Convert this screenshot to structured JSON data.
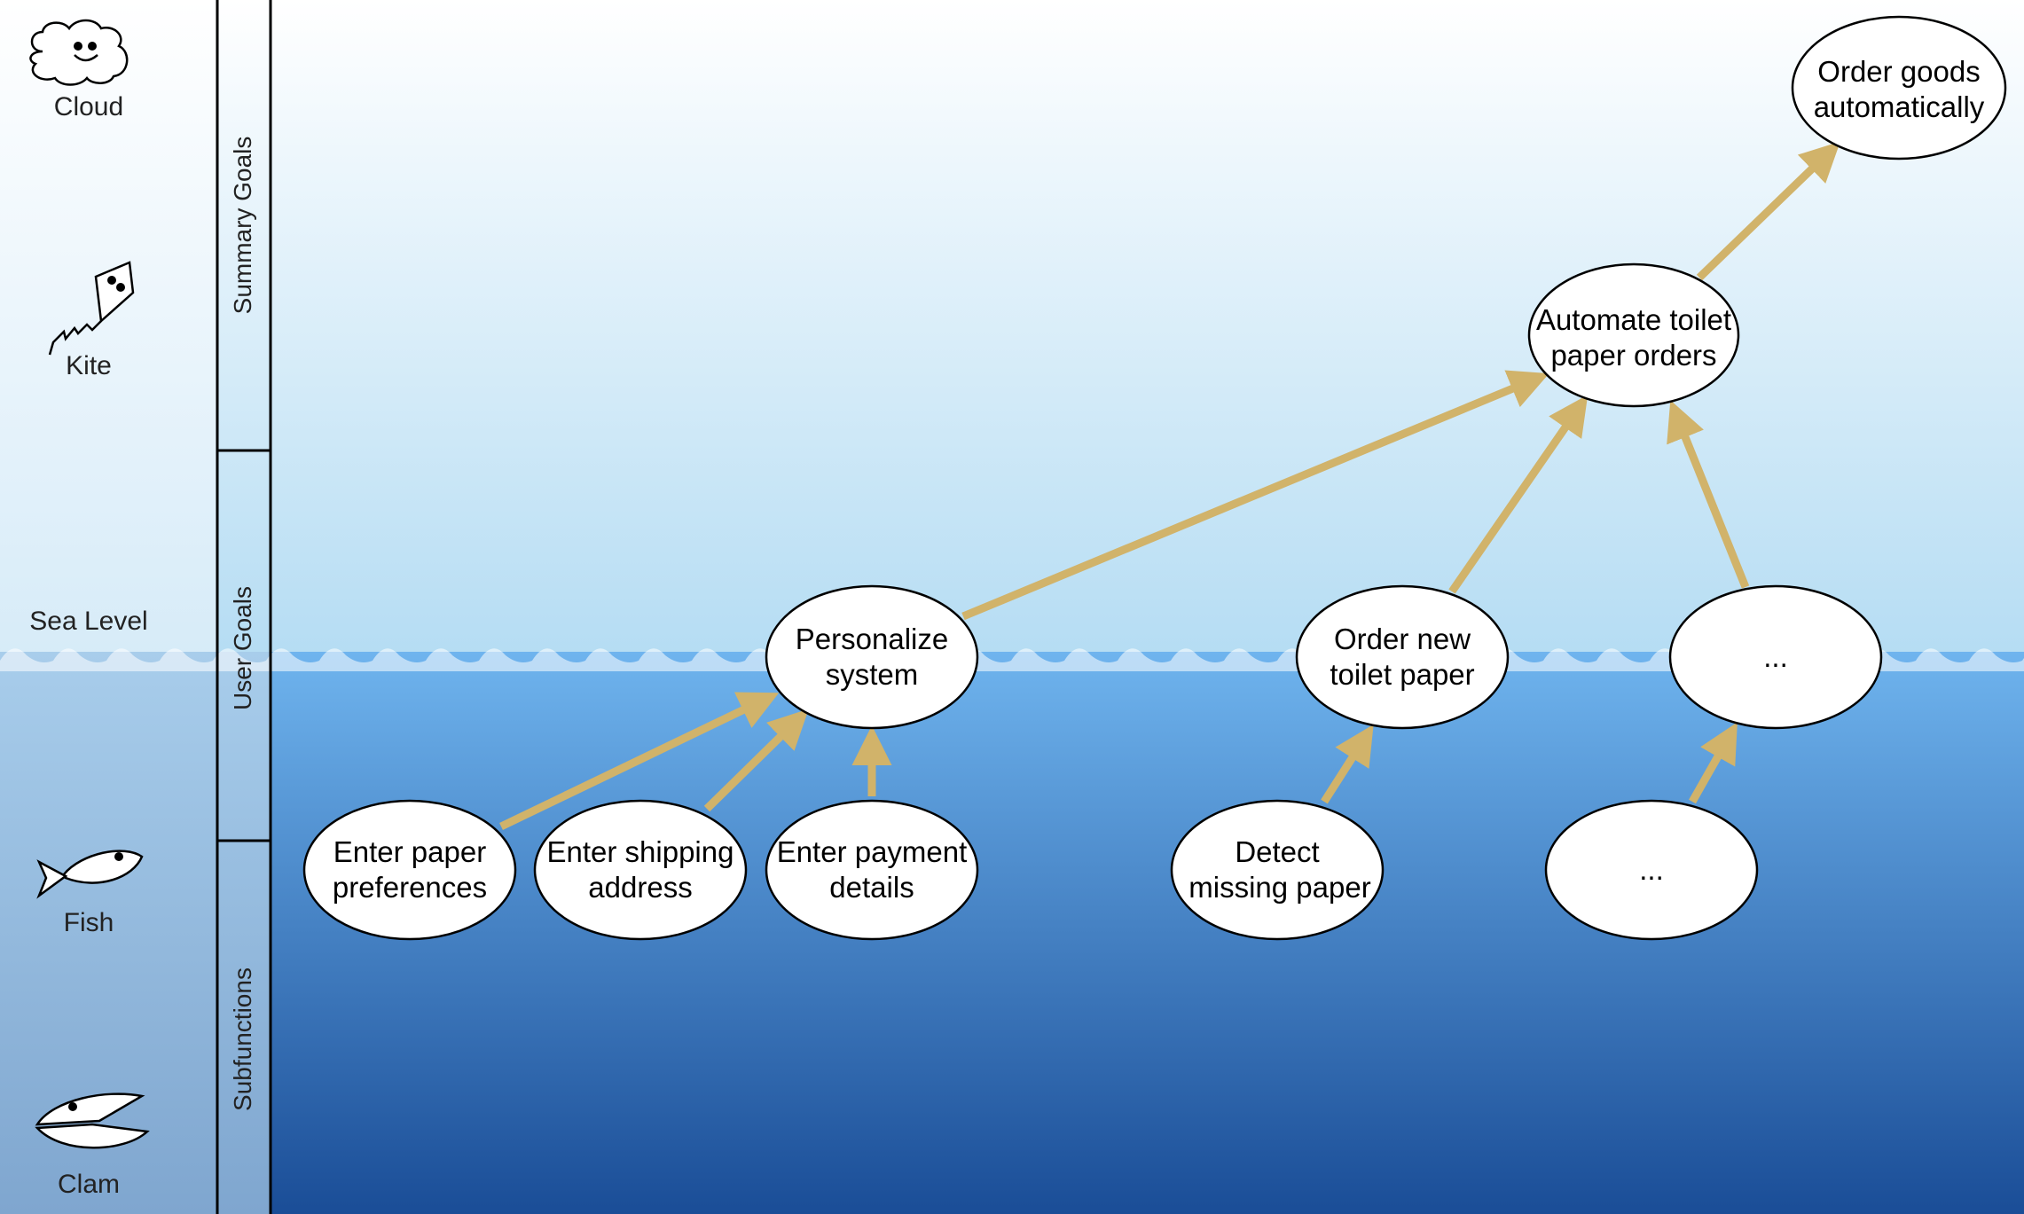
{
  "levels": {
    "cloud": "Cloud",
    "kite": "Kite",
    "sea_level": "Sea Level",
    "fish": "Fish",
    "clam": "Clam"
  },
  "bands": {
    "summary": "Summary Goals",
    "user": "User Goals",
    "subfunctions": "Subfunctions"
  },
  "nodes": {
    "order_goods": {
      "line1": "Order goods",
      "line2": "automatically"
    },
    "automate": {
      "line1": "Automate toilet",
      "line2": "paper orders"
    },
    "personalize": {
      "line1": "Personalize",
      "line2": "system"
    },
    "order_new": {
      "line1": "Order new",
      "line2": "toilet paper"
    },
    "ellipsis_user": {
      "line1": "..."
    },
    "enter_paper": {
      "line1": "Enter paper",
      "line2": "preferences"
    },
    "enter_shipping": {
      "line1": "Enter shipping",
      "line2": "address"
    },
    "enter_payment": {
      "line1": "Enter payment",
      "line2": "details"
    },
    "detect": {
      "line1": "Detect",
      "line2": "missing paper"
    },
    "ellipsis_sub": {
      "line1": "..."
    }
  },
  "colors": {
    "arrow": "#d1b36a",
    "sky_top": "#ffffff",
    "sky_bottom": "#b4dcf3",
    "sea_top": "#6fb4ee",
    "sea_bottom": "#1a4d97"
  }
}
